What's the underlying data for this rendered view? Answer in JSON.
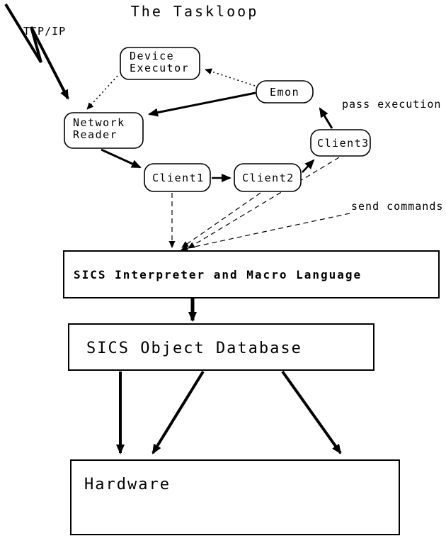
{
  "diagram": {
    "title": "The Taskloop",
    "annotations": {
      "tcpip": "TCP/IP",
      "pass_execution": "pass execution",
      "send_commands": "send commands"
    },
    "nodes": {
      "device_executor": [
        "Device",
        "Executor"
      ],
      "emon": "Emon",
      "network_reader": [
        "Network",
        "Reader"
      ],
      "client1": "Client1",
      "client2": "Client2",
      "client3": "Client3"
    },
    "boxes": {
      "interpreter": "SICS Interpreter and Macro Language",
      "database": "SICS Object Database",
      "hardware": "Hardware"
    },
    "colors": {
      "ink": "#000000",
      "background": "#ffffff"
    }
  }
}
